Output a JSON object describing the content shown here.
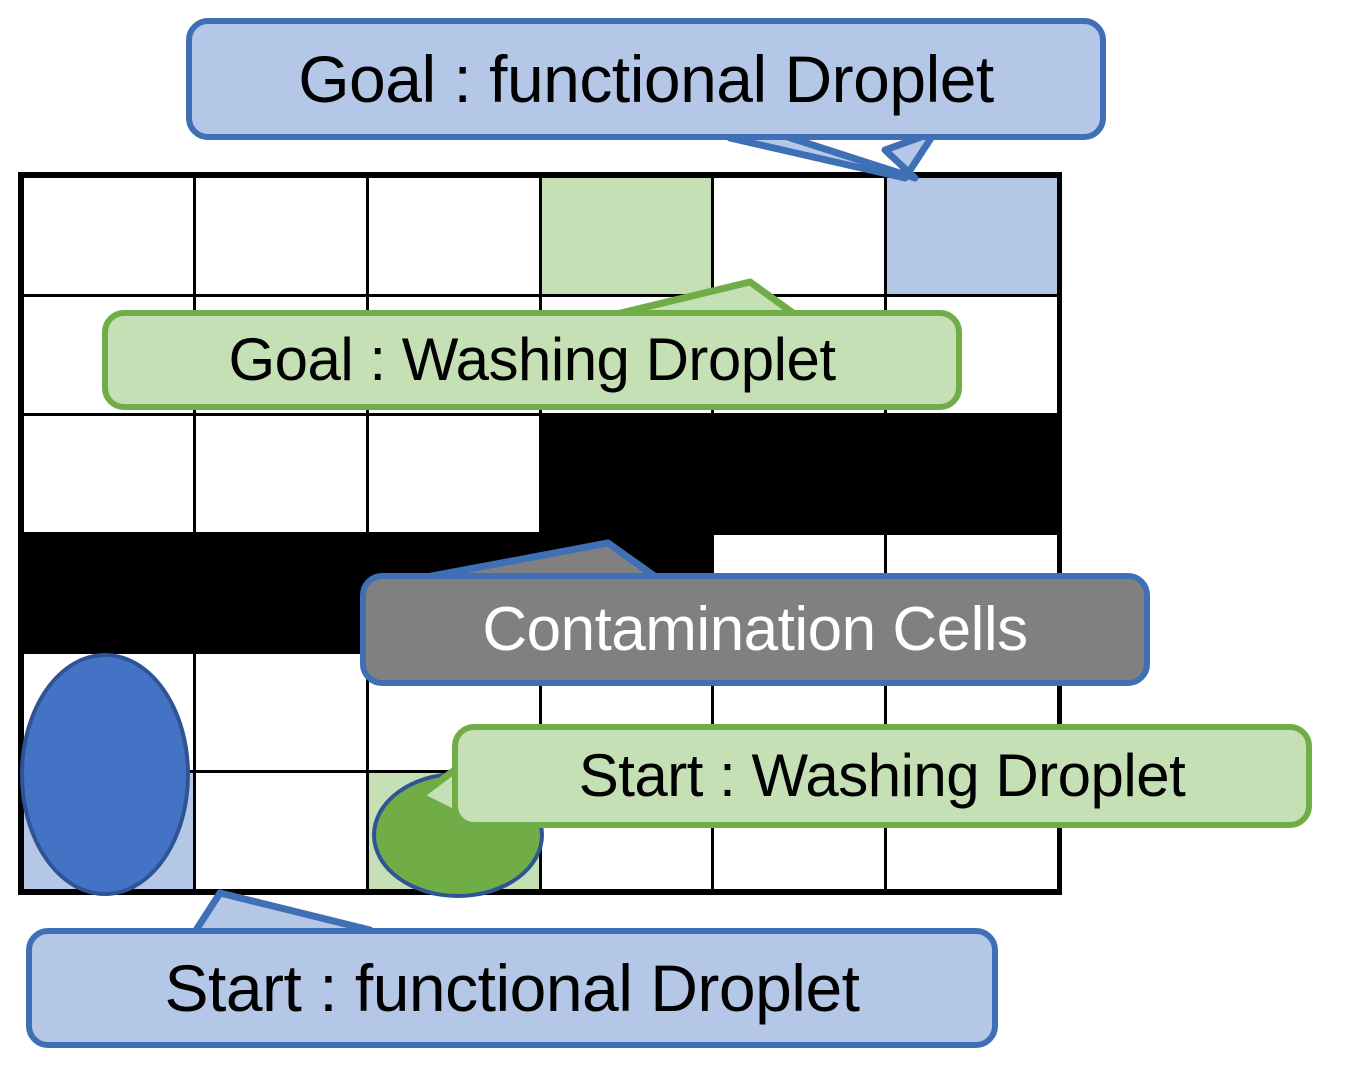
{
  "figure": {
    "kind": "microfluidic-biochip-grid-diagram",
    "grid": {
      "columns": 6,
      "rows": 6,
      "legend": {
        "contamination": "Contamination Cells",
        "functional_droplet_color": "#4472c4",
        "washing_droplet_color": "#70ad47",
        "functional_cell_color": "#b4c7e7",
        "washing_cell_color": "#c5e0b4",
        "contamination_cell_color": "#000000",
        "empty_cell_color": "#ffffff"
      },
      "cells": [
        [
          "blank",
          "blank",
          "blank",
          "goalwash",
          "blank",
          "goalfunc"
        ],
        [
          "blank",
          "blank",
          "blank",
          "blank",
          "blank",
          "blank"
        ],
        [
          "blank",
          "blank",
          "blank",
          "contam",
          "contam",
          "contam"
        ],
        [
          "contam",
          "contam",
          "contam",
          "contam",
          "blank",
          "blank"
        ],
        [
          "blank",
          "blank",
          "blank",
          "blank",
          "blank",
          "blank"
        ],
        [
          "startfunc",
          "blank",
          "startwash",
          "blank",
          "blank",
          "blank"
        ]
      ]
    },
    "droplets": [
      {
        "name": "functional-droplet",
        "type": "functional",
        "position": "row5-col0",
        "color": "#4472c4"
      },
      {
        "name": "washing-droplet",
        "type": "washing",
        "position": "row5-col2",
        "color": "#70ad47"
      }
    ],
    "callouts": [
      {
        "id": "goal-functional",
        "label": "Goal : functional Droplet",
        "style": "blue",
        "target": "row0-col5"
      },
      {
        "id": "goal-washing",
        "label": "Goal : Washing Droplet",
        "style": "green",
        "target": "row0-col3"
      },
      {
        "id": "contamination",
        "label": "Contamination Cells",
        "style": "gray",
        "target": "row3-col3"
      },
      {
        "id": "start-washing",
        "label": "Start : Washing Droplet",
        "style": "green",
        "target": "row5-col2"
      },
      {
        "id": "start-functional",
        "label": "Start : functional Droplet",
        "style": "blue",
        "target": "row5-col0"
      }
    ]
  }
}
